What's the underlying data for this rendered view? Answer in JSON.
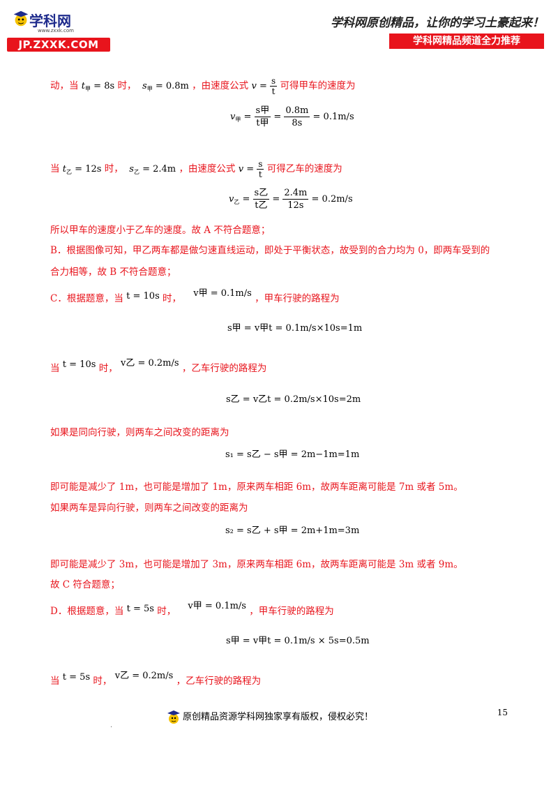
{
  "header": {
    "logo_name": "学科网",
    "logo_url": "www.zxxk.com",
    "logo_bar": "JP.ZXXK.COM",
    "slogan": "学科网原创精品，让你的学习土豪起来！",
    "channel": "学科网精品频道全力推荐"
  },
  "content": {
    "l1_a": "动，当",
    "l1_b": "时，",
    "l1_c": "，由速度公式",
    "l1_d": "可得甲车的速度为",
    "l1_t": "t",
    "l1_tsub": "甲",
    "l1_tval": " = 8s",
    "l1_s": "s",
    "l1_ssub": "甲",
    "l1_sval": " = 0.8m",
    "v_lhs": "v = ",
    "frac_s": "s",
    "frac_t": "t",
    "eq1_v": "v",
    "eq1_sub": "甲",
    "eq1_eq": " = ",
    "eq1_num": "s甲",
    "eq1_den": "t甲",
    "eq1_num2": "0.8m",
    "eq1_den2": "8s",
    "eq1_res": " = 0.1m/s",
    "l2_a": "当",
    "l2_b": "时，",
    "l2_c": "，由速度公式",
    "l2_d": "可得乙车的速度为",
    "l2_t": "t",
    "l2_tsub": "乙",
    "l2_tval": " = 12s",
    "l2_s": "s",
    "l2_ssub": "乙",
    "l2_sval": " = 2.4m",
    "eq2_v": "v",
    "eq2_sub": "乙",
    "eq2_num": "s乙",
    "eq2_den": "t乙",
    "eq2_num2": "2.4m",
    "eq2_den2": "12s",
    "eq2_res": " = 0.2m/s",
    "p1": "所以甲车的速度小于乙车的速度。故 A 不符合题意；",
    "p2": "B．根据图像可知，甲乙两车都是做匀速直线运动，即处于平衡状态，故受到的合力均为 0，即两车受到的",
    "p3": "合力相等，故 B 不符合题意；",
    "pC_a": "C．根据题意，当",
    "pC_t": "t = 10s",
    "pC_b": "时，",
    "pC_v": "v甲 = 0.1m/s",
    "pC_c": "，甲车行驶的路程为",
    "eq3": "s甲 = v甲t = 0.1m/s×10s=1m",
    "pC2_a": "当",
    "pC2_t": "t = 10s",
    "pC2_b": "时，",
    "pC2_v": "v乙 = 0.2m/s",
    "pC2_c": "，乙车行驶的路程为",
    "eq4": "s乙 = v乙t = 0.2m/s×10s=2m",
    "p4": "如果是同向行驶，则两车之间改变的距离为",
    "eq5": "s₁ = s乙 − s甲 = 2m−1m=1m",
    "p5": "即可能是减少了 1m，也可能是增加了 1m，原来两车相距 6m，故两车距离可能是 7m 或者 5m。",
    "p6": "如果两车是异向行驶，则两车之间改变的距离为",
    "eq6": "s₂ = s乙 + s甲 = 2m+1m=3m",
    "p7": "即可能是减少了 3m，也可能是增加了 3m，原来两车相距 6m，故两车距离可能是 3m 或者 9m。",
    "p8": "故 C 符合题意；",
    "pD_a": "D．根据题意，当",
    "pD_t": "t = 5s",
    "pD_b": "时，",
    "pD_v": "v甲 = 0.1m/s",
    "pD_c": "，甲车行驶的路程为",
    "eq7": "s甲 = v甲t = 0.1m/s × 5s=0.5m",
    "pD2_a": "当",
    "pD2_t": "t = 5s",
    "pD2_b": "时，",
    "pD2_v": "v乙 = 0.2m/s",
    "pD2_c": "，乙车行驶的路程为"
  },
  "footer": {
    "page_number": "15",
    "copyright": "原创精品资源学科网独家享有版权，侵权必究！",
    "dot": "."
  }
}
